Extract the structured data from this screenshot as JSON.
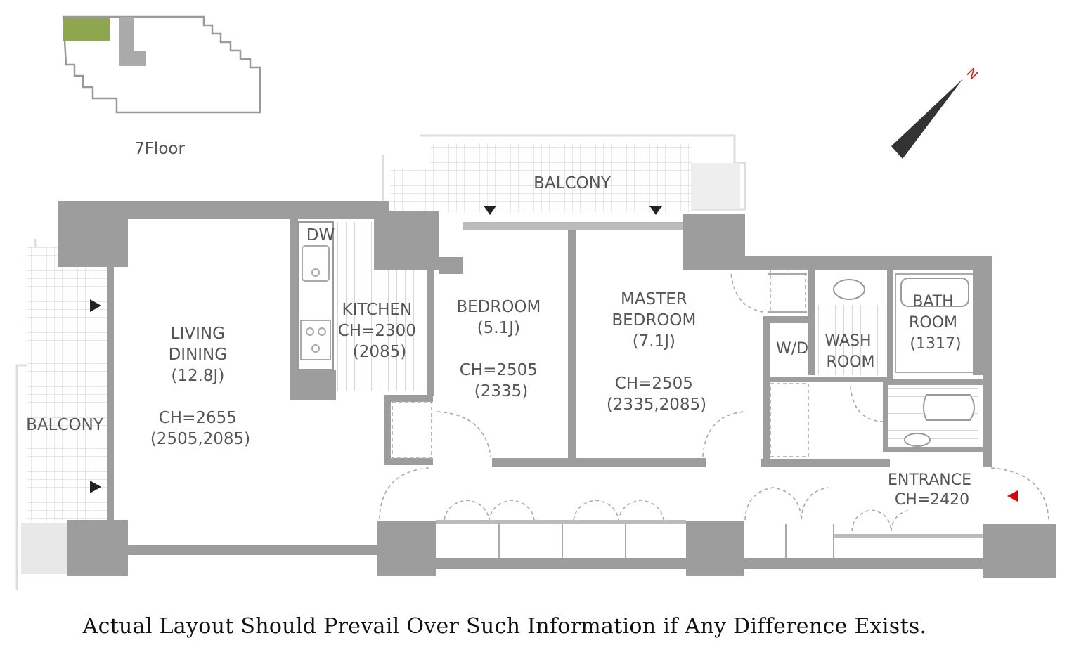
{
  "key_plan": {
    "floor_label": "7Floor"
  },
  "rooms": {
    "balcony_top": "BALCONY",
    "balcony_left": "BALCONY",
    "living": [
      "LIVING",
      "DINING",
      "(12.8J)",
      "CH=2655",
      "(2505,2085)"
    ],
    "kitchen": [
      "KITCHEN",
      "CH=2300",
      "(2085)"
    ],
    "dishwasher": "DW",
    "bedroom": [
      "BEDROOM",
      "(5.1J)",
      "CH=2505",
      "(2335)"
    ],
    "master_bedroom": [
      "MASTER",
      "BEDROOM",
      "(7.1J)",
      "CH=2505",
      "(2335,2085)"
    ],
    "wd": "W/D",
    "wash_room": [
      "WASH",
      "ROOM"
    ],
    "bath_room": [
      "BATH",
      "ROOM",
      "(1317)"
    ],
    "entrance": [
      "ENTRANCE",
      "CH=2420"
    ]
  },
  "compass": {
    "north_label": "N"
  },
  "colors": {
    "wall": "#9d9d9d",
    "key_highlight": "#8ea64e",
    "north": "#cc2222",
    "entrance_marker": "#dd0000"
  },
  "disclaimer": "Actual Layout Should Prevail Over Such Information if Any Difference Exists."
}
